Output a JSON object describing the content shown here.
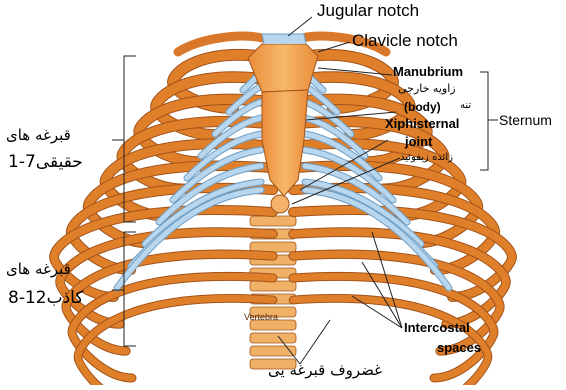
{
  "labels": {
    "jugular_notch": "Jugular notch",
    "clavicle_notch": "Clavicle notch",
    "manubrium": "Manubrium",
    "manubrium_fa": "زاویه خارجی",
    "body_fa": "تنه",
    "body": "(body)",
    "xiphisternal": "Xiphisternal",
    "joint": "joint",
    "xiphoid_fa": "زائده زیفوئید",
    "sternum": "Sternum",
    "true_ribs_fa": "قبرغه های",
    "true_ribs_range": "حقیقی7-1",
    "false_ribs_fa": "قبرغه های",
    "false_ribs_range": "کاذب12-8",
    "vertebra": "Vertebra",
    "intercostal": "Intercostal",
    "spaces": "spaces",
    "costal_cartilage_fa": "غضروف قبرغه یی"
  },
  "colors": {
    "bone": "#e07f2a",
    "bone_light": "#f3a653",
    "bone_dark": "#a2531a",
    "cartilage": "#b8d6ee",
    "cartilage_dark": "#6f9ec4",
    "vertebra": "#f0b167",
    "lines": "#222222"
  }
}
